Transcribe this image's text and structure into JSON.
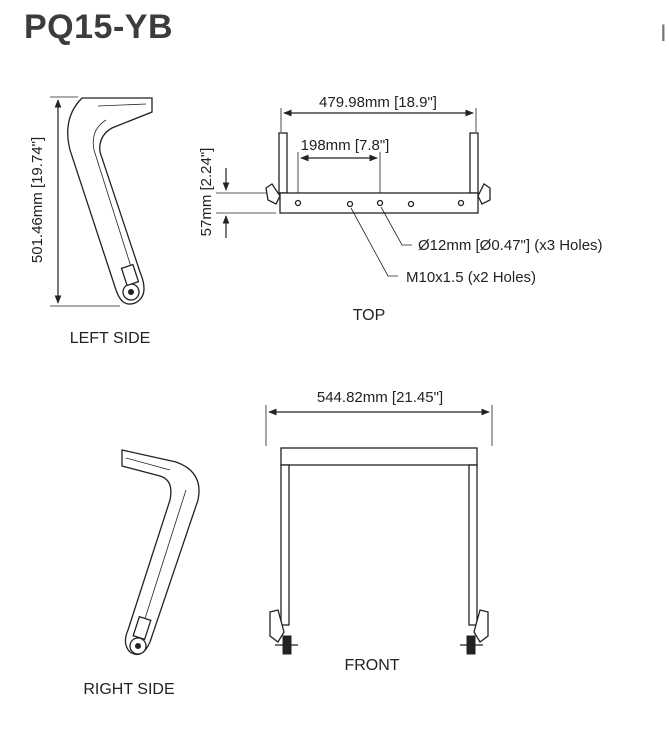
{
  "title": "PQ15-YB",
  "edge_mark": "I",
  "views": {
    "left_side": {
      "label": "LEFT SIDE",
      "height_dim": "501.46mm [19.74\"]"
    },
    "top": {
      "label": "TOP",
      "width_dim": "479.98mm [18.9\"]",
      "hole_spacing_dim": "198mm [7.8\"]",
      "depth_dim": "57mm [2.24\"]",
      "hole_callout": "Ø12mm [Ø0.47\"] (x3 Holes)",
      "thread_callout": "M10x1.5 (x2 Holes)"
    },
    "front": {
      "label": "FRONT",
      "width_dim": "544.82mm [21.45\"]"
    },
    "right_side": {
      "label": "RIGHT SIDE"
    }
  }
}
